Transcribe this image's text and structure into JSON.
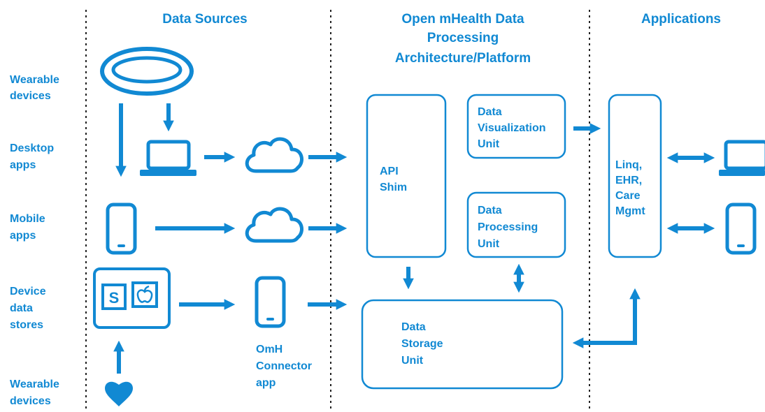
{
  "colors": {
    "primary": "#1189d3",
    "background": "#ffffff"
  },
  "headers": {
    "data_sources": "Data Sources",
    "platform": [
      "Open mHealth Data",
      "Processing",
      "Architecture/Platform"
    ],
    "applications": "Applications"
  },
  "row_labels": {
    "wearable_top": [
      "Wearable",
      "devices"
    ],
    "desktop": [
      "Desktop",
      "apps"
    ],
    "mobile": [
      "Mobile",
      "apps"
    ],
    "device_stores": [
      "Device",
      "data",
      "stores"
    ],
    "wearable_bottom": [
      "Wearable",
      "devices"
    ]
  },
  "boxes": {
    "api_shim": [
      "API",
      "Shim"
    ],
    "visualization": [
      "Data",
      "Visualization",
      "Unit"
    ],
    "processing": [
      "Data",
      "Processing",
      "Unit"
    ],
    "storage": [
      "Data",
      "Storage",
      "Unit"
    ],
    "apps": [
      "Linq,",
      "EHR,",
      "Care",
      "Mgmt"
    ]
  },
  "connector_label": [
    "OmH",
    "Connector",
    "app"
  ],
  "store_icons": {
    "left": "S",
    "right": "apple-icon"
  },
  "icons": [
    "ring-wearable-icon",
    "laptop-icon",
    "cloud-icon",
    "phone-icon",
    "heart-icon",
    "store-box-icon"
  ]
}
